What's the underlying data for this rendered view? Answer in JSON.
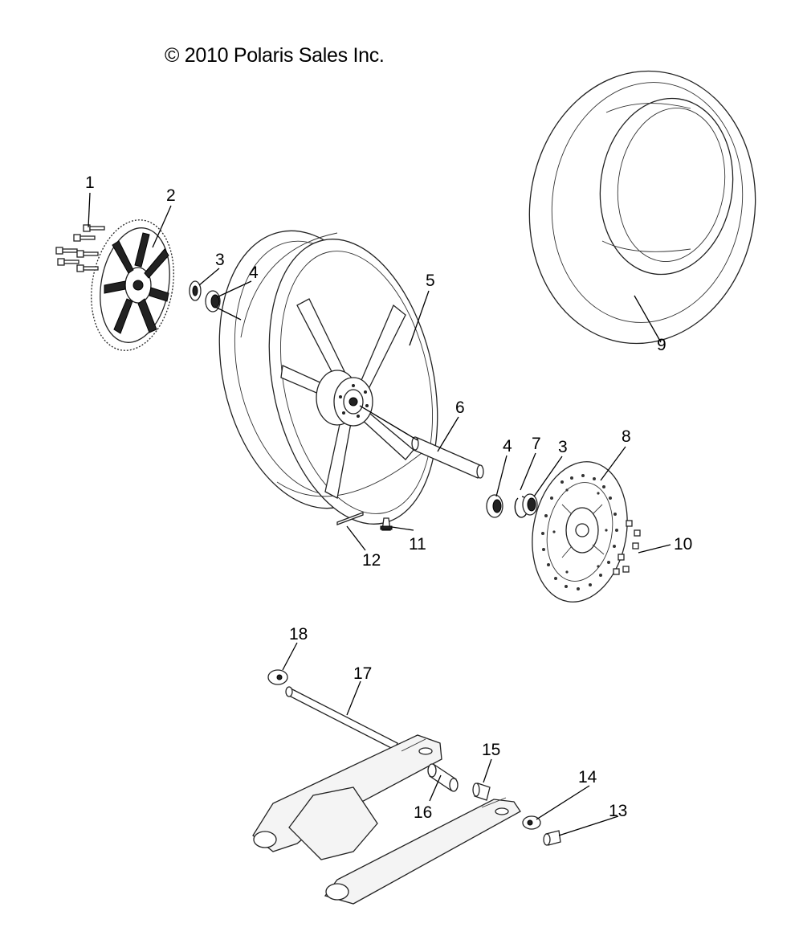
{
  "copyright": "© 2010 Polaris Sales Inc.",
  "callouts": [
    {
      "id": "1",
      "label": "1"
    },
    {
      "id": "2",
      "label": "2"
    },
    {
      "id": "3a",
      "label": "3"
    },
    {
      "id": "4a",
      "label": "4"
    },
    {
      "id": "5",
      "label": "5"
    },
    {
      "id": "6",
      "label": "6"
    },
    {
      "id": "4b",
      "label": "4"
    },
    {
      "id": "7",
      "label": "7"
    },
    {
      "id": "3b",
      "label": "3"
    },
    {
      "id": "8",
      "label": "8"
    },
    {
      "id": "9",
      "label": "9"
    },
    {
      "id": "10",
      "label": "10"
    },
    {
      "id": "11",
      "label": "11"
    },
    {
      "id": "12",
      "label": "12"
    },
    {
      "id": "18",
      "label": "18"
    },
    {
      "id": "17",
      "label": "17"
    },
    {
      "id": "15",
      "label": "15"
    },
    {
      "id": "16",
      "label": "16"
    },
    {
      "id": "14",
      "label": "14"
    },
    {
      "id": "13",
      "label": "13"
    }
  ]
}
